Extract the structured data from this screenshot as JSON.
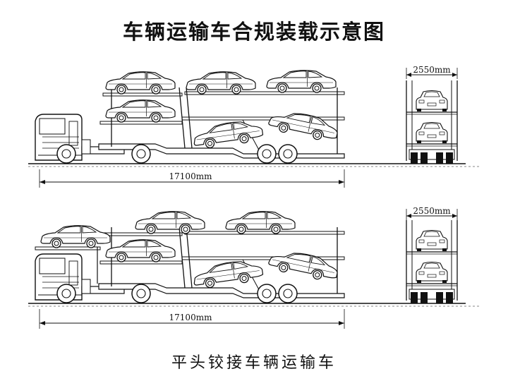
{
  "diagram": {
    "title": "车辆运输车合规装载示意图",
    "caption": "平头铰接车辆运输车",
    "views": [
      {
        "side_length_label": "17100mm",
        "rear_width_label": "2550mm",
        "variant": "standard"
      },
      {
        "side_length_label": "17100mm",
        "rear_width_label": "2550mm",
        "variant": "roof-car"
      }
    ]
  }
}
